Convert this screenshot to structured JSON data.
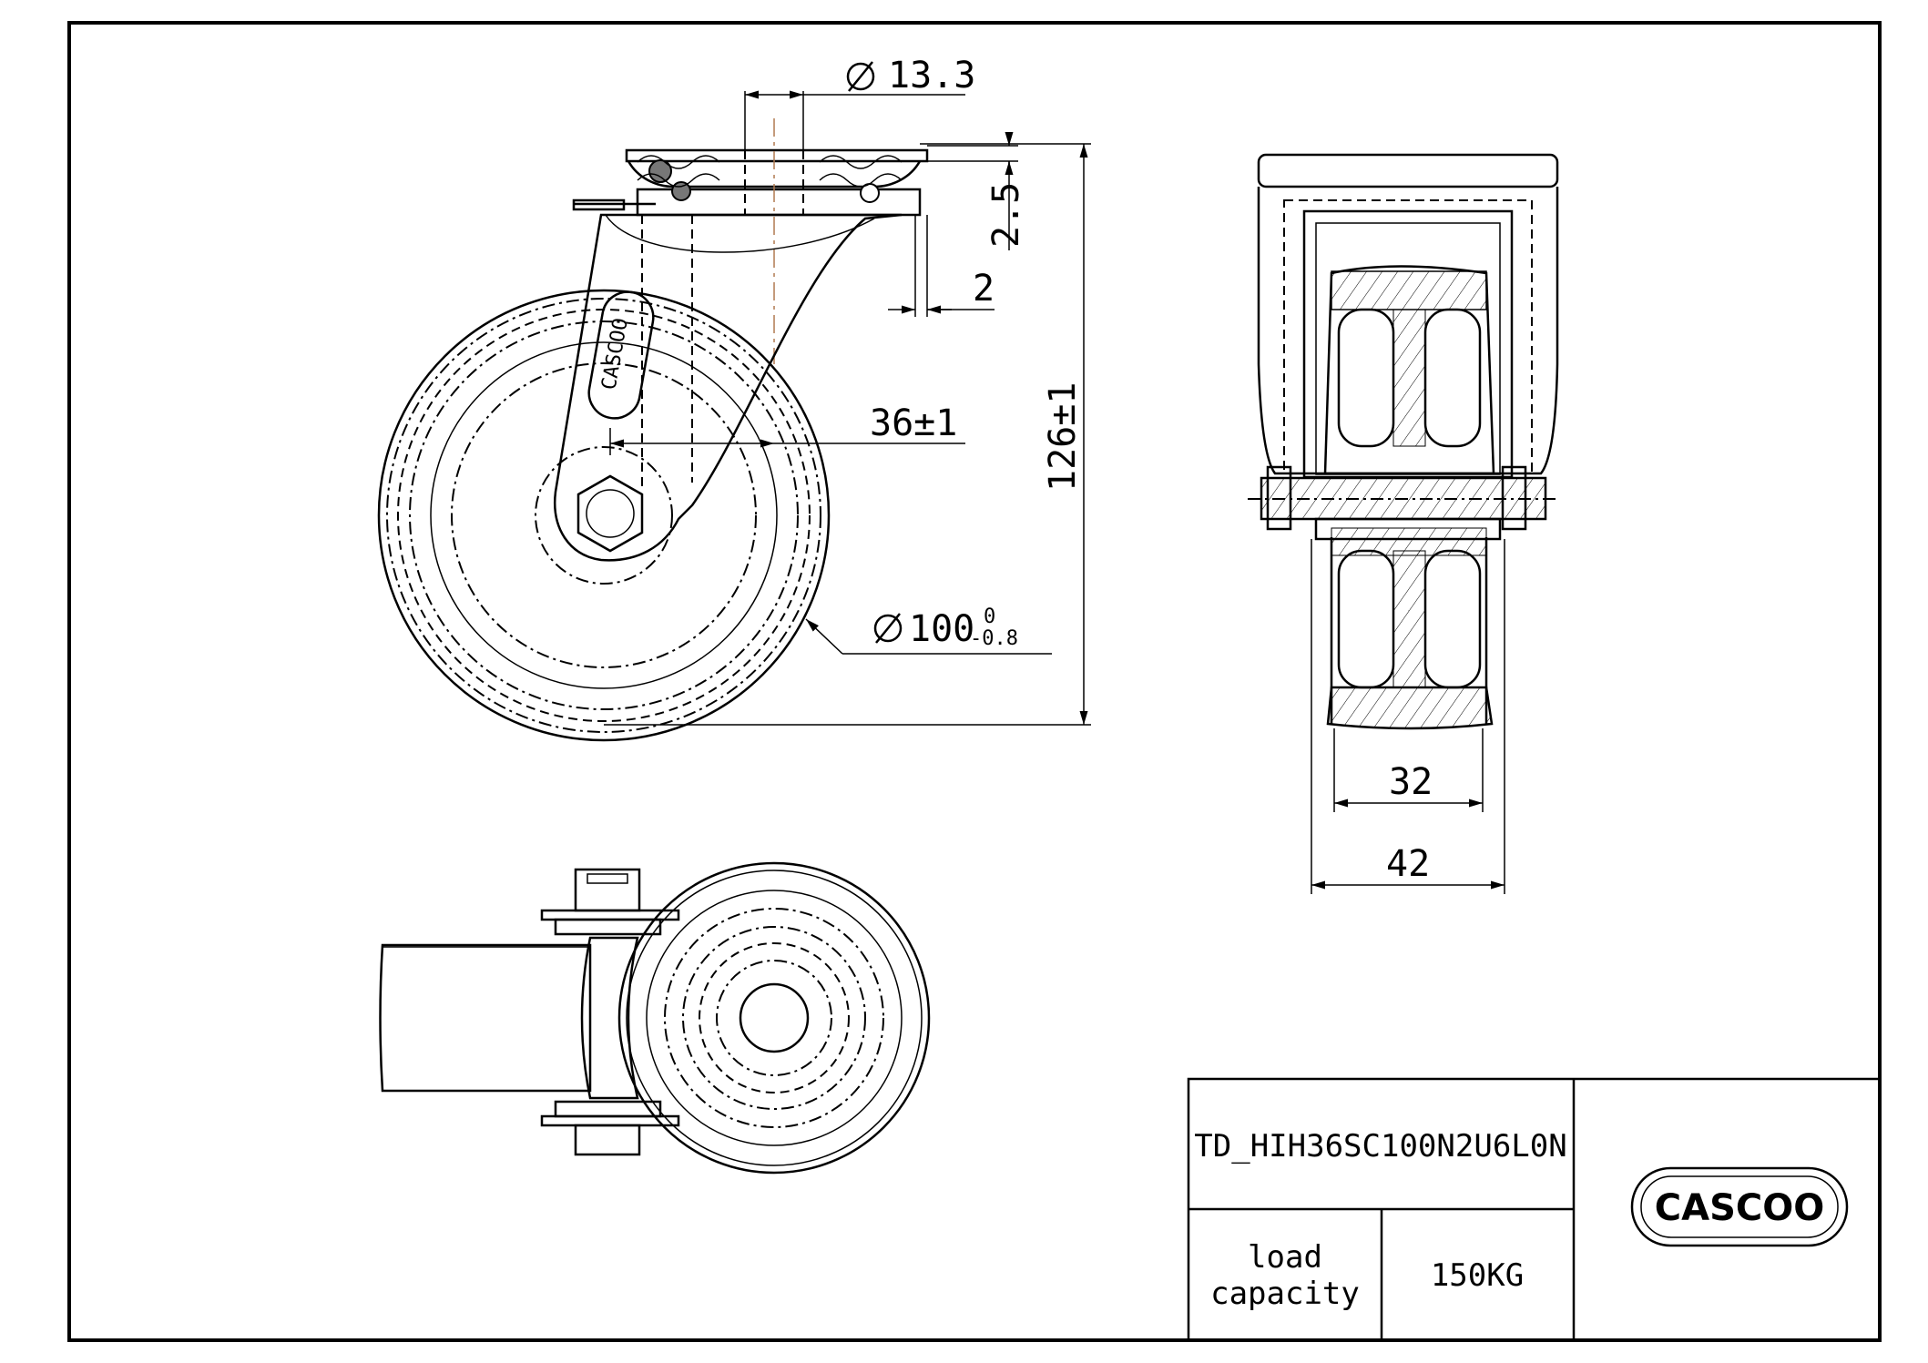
{
  "dimensions": {
    "bore_diameter": "13.3",
    "plate_thickness": "2.5",
    "offset_2": "2",
    "swivel_offset": "36±1",
    "total_height": "126±1",
    "wheel_diameter": "100",
    "wheel_tol_upper": "0",
    "wheel_tol_lower": "-0.8",
    "tread_width": "32",
    "fork_width": "42"
  },
  "title_block": {
    "part_number": "TD_HIH36SC100N2U6L0N",
    "load_label_line1": "load",
    "load_label_line2": "capacity",
    "load_value": "150KG",
    "logo_text": "CASCOO"
  },
  "logo_on_fork": "CASCOO"
}
